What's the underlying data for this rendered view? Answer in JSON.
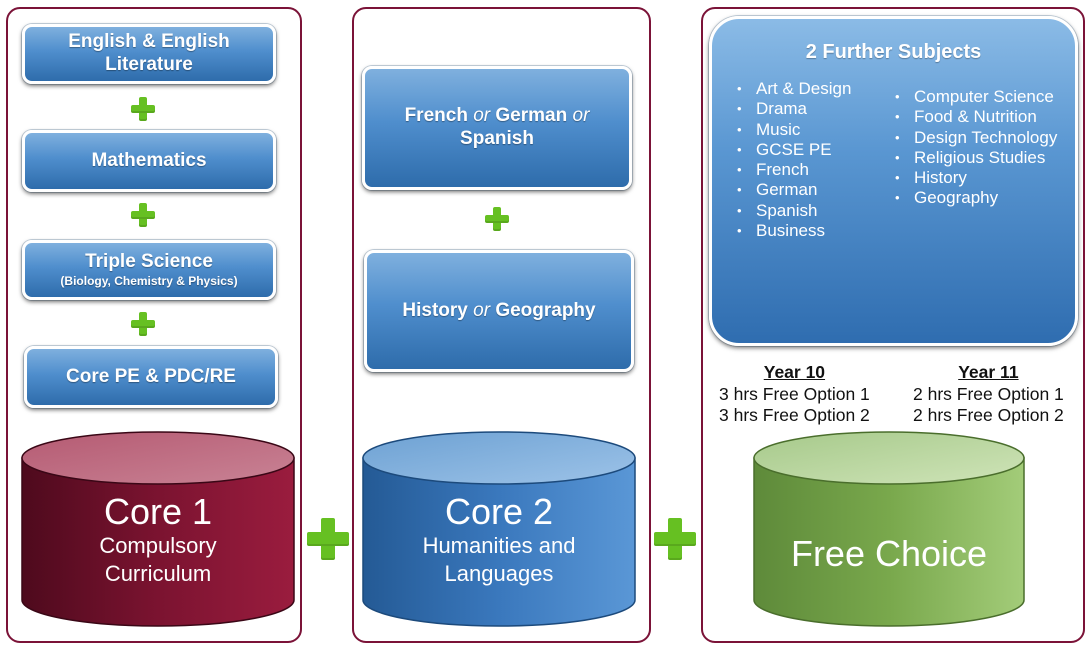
{
  "core1": {
    "boxes": [
      {
        "line1": "English & English",
        "line2": "Literature"
      },
      {
        "label": "Mathematics"
      },
      {
        "label": "Triple Science",
        "sub": "(Biology, Chemistry & Physics)"
      },
      {
        "label": "Core PE & PDC/RE"
      }
    ],
    "cylinder": {
      "title": "Core 1",
      "line1": "Compulsory",
      "line2": "Curriculum",
      "color": "#7b1330"
    }
  },
  "core2": {
    "language_box": {
      "opt1": "French",
      "or1": "or",
      "opt2": "German",
      "or2": "or",
      "opt3": "Spanish"
    },
    "humanities_box": {
      "opt1": "History",
      "or": "or",
      "opt2": "Geography"
    },
    "cylinder": {
      "title": "Core 2",
      "line1": "Humanities and",
      "line2": "Languages",
      "color": "#3a78bd"
    }
  },
  "free": {
    "subjects_title": "2 Further Subjects",
    "subjects_left": [
      "Art & Design",
      "Drama",
      "Music",
      "GCSE PE",
      "French",
      "German",
      "Spanish",
      "Business"
    ],
    "subjects_right": [
      "Computer Science",
      "Food & Nutrition",
      "Design Technology",
      "Religious Studies",
      "History",
      "Geography"
    ],
    "year10": {
      "heading": "Year 10",
      "line1": "3 hrs Free Option 1",
      "line2": "3 hrs Free Option 2"
    },
    "year11": {
      "heading": "Year 11",
      "line1": "2 hrs Free Option 1",
      "line2": "2 hrs Free Option 2"
    },
    "cylinder": {
      "title": "Free Choice",
      "color": "#79a84c"
    }
  },
  "colors": {
    "panel_border": "#7b1338",
    "box_blue": "#4f8ecd",
    "plus_green": "#66c022"
  },
  "icons": {
    "plus": "plus-icon"
  }
}
